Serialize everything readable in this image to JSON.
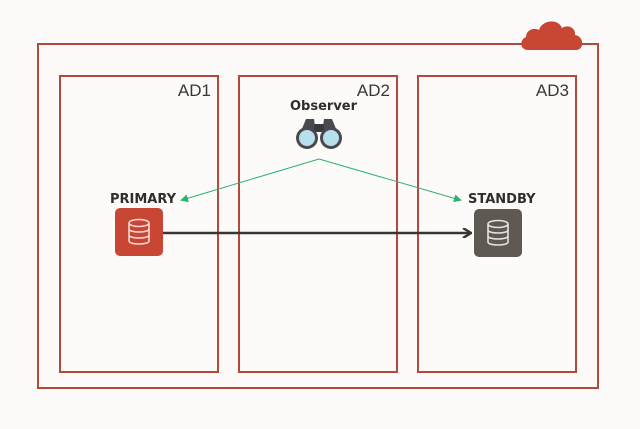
{
  "diagram": {
    "region_icon": "cloud-icon",
    "availability_domains": [
      {
        "label": "AD1"
      },
      {
        "label": "AD2"
      },
      {
        "label": "AD3"
      }
    ],
    "observer": {
      "label": "Observer",
      "icon": "binoculars-icon"
    },
    "primary": {
      "label": "PRIMARY",
      "icon": "database-icon"
    },
    "standby": {
      "label": "STANDBY",
      "icon": "database-icon"
    },
    "colors": {
      "border": "#b5483a",
      "cloud": "#c74634",
      "primary_db": "#c74634",
      "standby_db": "#5f5954",
      "observer_arrows": "#2db36f",
      "replication_arrow": "#3a3633"
    }
  }
}
